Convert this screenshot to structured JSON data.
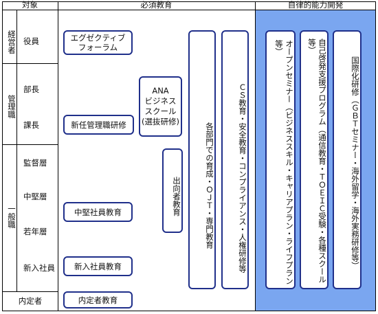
{
  "header": {
    "target": "対象",
    "required": "必須教育",
    "autonomous": "自律的能力開発"
  },
  "groups": {
    "executive": "経営者",
    "management": "管理職",
    "general": "一般職",
    "prospective": "内定者"
  },
  "levels": {
    "officer": "役員",
    "department_head": "部長",
    "section_head": "課長",
    "supervisor": "監督層",
    "mid": "中堅層",
    "young": "若年層",
    "new_employee": "新入社員"
  },
  "programs": {
    "executive_forum_1": "エグゼクティブ",
    "executive_forum_2": "フォーラム",
    "new_manager": "新任管理職研修",
    "mid_career": "中堅社員教育",
    "new_employee": "新入社員教育",
    "prospective": "内定者教育",
    "ana_school_1": "ANA",
    "ana_school_2": "ビジネス",
    "ana_school_3": "スクール",
    "ana_school_4": "(選抜研修)",
    "secondment": "出向者教育",
    "departmental": "各部門での育成・ＯＪＴ・専門教育",
    "cs": "ＣＳ教育・安全教育・コンプライアンス・人権研修等",
    "open_seminar": "オープンセミナー（ビジネススキル・キャリアプラン・ライフプラン等）",
    "self_dev": "自己啓発支援プログラム（通信教育・ＴＯＥＩＣ受験・各種スクール等）",
    "intl": "国際化研修（ＧＢＴセミナー・海外留学・海外実務研修等）"
  },
  "colors": {
    "autonomous_bg": "#7aa6f0",
    "box_border": "#1f2f8a"
  }
}
